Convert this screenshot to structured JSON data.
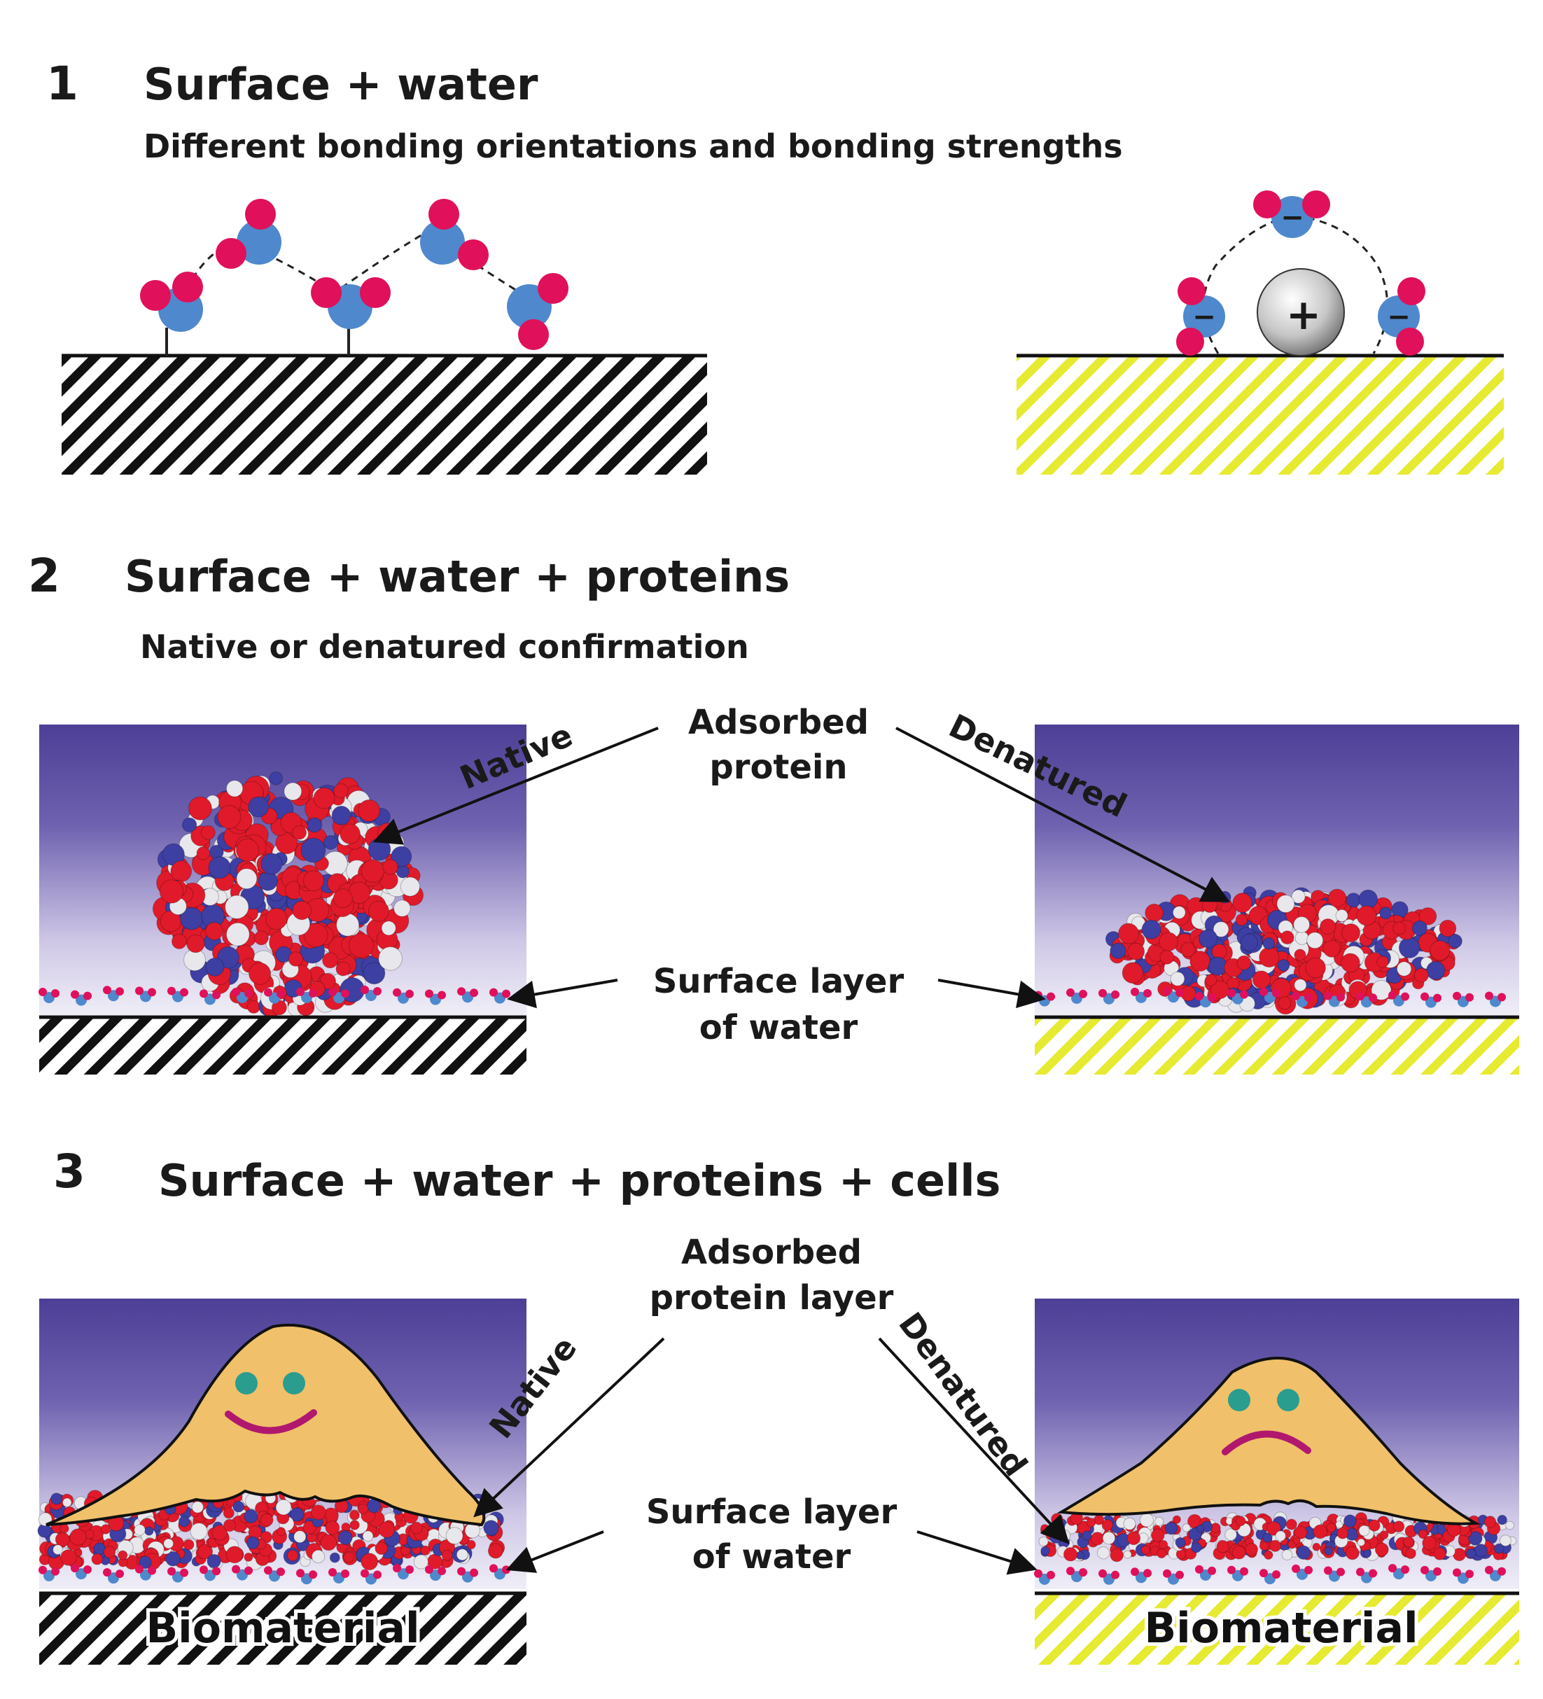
{
  "section1": {
    "number": "1",
    "title": "Surface + water",
    "subtitle": "Different bonding orientations and bonding strengths"
  },
  "section2": {
    "number": "2",
    "title": "Surface + water + proteins",
    "subtitle": "Native or denatured confirmation",
    "adsorbed_line1": "Adsorbed",
    "adsorbed_line2": "protein",
    "native_label": "Native",
    "denatured_label": "Denatured",
    "water_line1": "Surface layer",
    "water_line2": "of water"
  },
  "section3": {
    "number": "3",
    "title": "Surface + water + proteins + cells",
    "adsorbed_line1": "Adsorbed",
    "adsorbed_line2": "protein layer",
    "native_label": "Native",
    "denatured_label": "Denatured",
    "water_line1": "Surface layer",
    "water_line2": "of water",
    "biomaterial_left": "Biomaterial",
    "biomaterial_right": "Biomaterial"
  },
  "colors": {
    "oxygen": "#e0105a",
    "hydrogen_blue": "#4f88cc",
    "hydrophobic_hatch": "#111111",
    "hydrophilic_hatch": "#e6ea30",
    "panel_top": "#4c3f96",
    "protein_red": "#e01a2a",
    "protein_blue": "#3d3fa3",
    "protein_white": "#e8e8ec",
    "cell_fill": "#f0c06a",
    "eye_color": "#2a9d8f",
    "mouth_color": "#b0186e"
  },
  "charges": {
    "cation": "+",
    "anion": "−"
  }
}
